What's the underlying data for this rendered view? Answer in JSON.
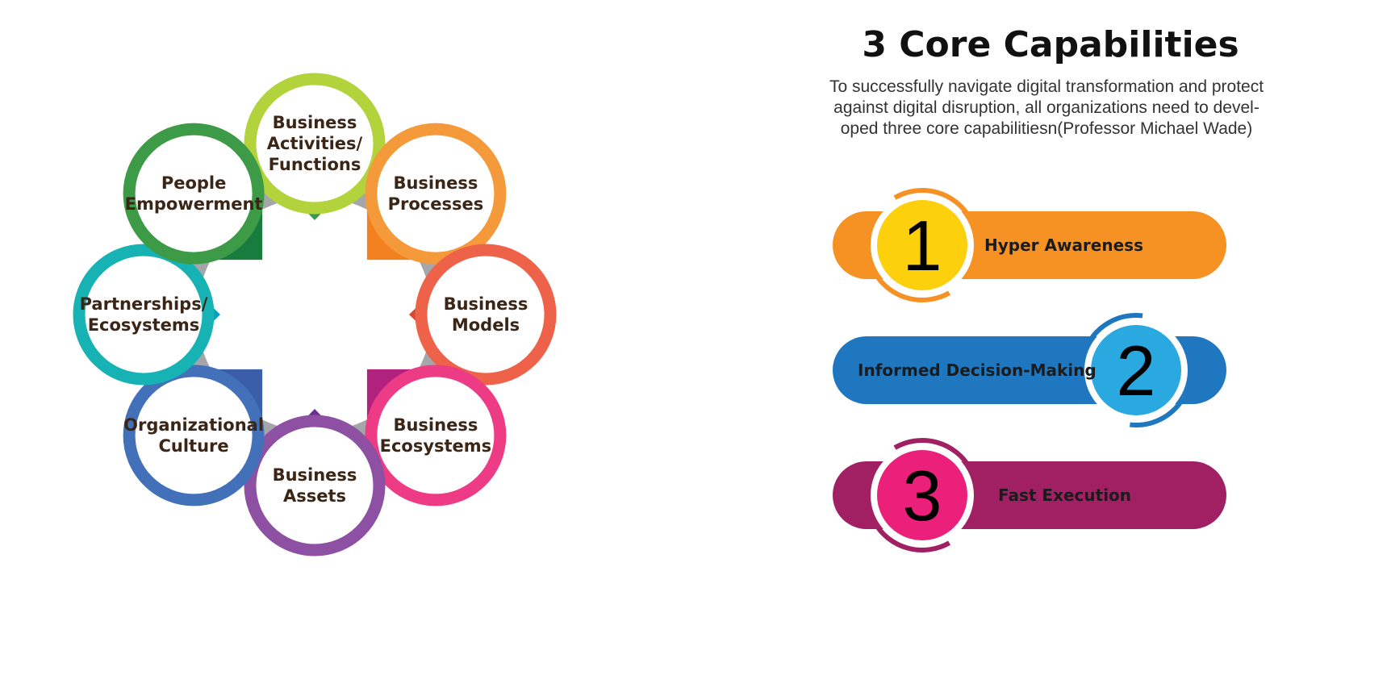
{
  "capabilities": {
    "title": "3 Core Capabilities",
    "description": [
      "To successfully navigate digital transformation and protect",
      "against digital disruption, all organizations need to devel-",
      "oped three core capabilitiesn(Professor Michael Wade)"
    ],
    "items": [
      {
        "number": "1",
        "label": "Hyper Awareness",
        "bar_color": "#f59223",
        "circle_color": "#fdd00d",
        "ring_color": "#f59223"
      },
      {
        "number": "2",
        "label": "Informed Decision-Making",
        "bar_color": "#1f77bf",
        "circle_color": "#2aa9e1",
        "ring_color": "#1f77bf"
      },
      {
        "number": "3",
        "label": "Fast Execution",
        "bar_color": "#a12063",
        "circle_color": "#ea207b",
        "ring_color": "#a12063"
      }
    ]
  },
  "diagram": {
    "center_ring_color": "#a5a6a9",
    "connector_color": "#c9d1e6",
    "nodes": [
      {
        "id": "business-activities",
        "lines": [
          "Business",
          "Activities/",
          "Functions"
        ],
        "color": "#b2d33b",
        "accent": "#3a9a47"
      },
      {
        "id": "business-processes",
        "lines": [
          "Business",
          "Processes"
        ],
        "color": "#f59a3a",
        "accent": "#f4811f"
      },
      {
        "id": "business-models",
        "lines": [
          "Business",
          "Models"
        ],
        "color": "#ee624a",
        "accent": "#d64a33"
      },
      {
        "id": "business-ecosystems",
        "lines": [
          "Business",
          "Ecosystems"
        ],
        "color": "#ed3b86",
        "accent": "#b1227f"
      },
      {
        "id": "business-assets",
        "lines": [
          "Business",
          "Assets"
        ],
        "color": "#8d50a3",
        "accent": "#6b318e"
      },
      {
        "id": "organizational-culture",
        "lines": [
          "Organizational",
          "Culture"
        ],
        "color": "#4371b9",
        "accent": "#3a5fa8"
      },
      {
        "id": "partnerships-ecosystems",
        "lines": [
          "Partnerships/",
          "Ecosystems"
        ],
        "color": "#17b2b3",
        "accent": "#00a3be"
      },
      {
        "id": "people-empowerment",
        "lines": [
          "People",
          "Empowerment"
        ],
        "color": "#3d9b48",
        "accent": "#187c3e"
      }
    ]
  }
}
